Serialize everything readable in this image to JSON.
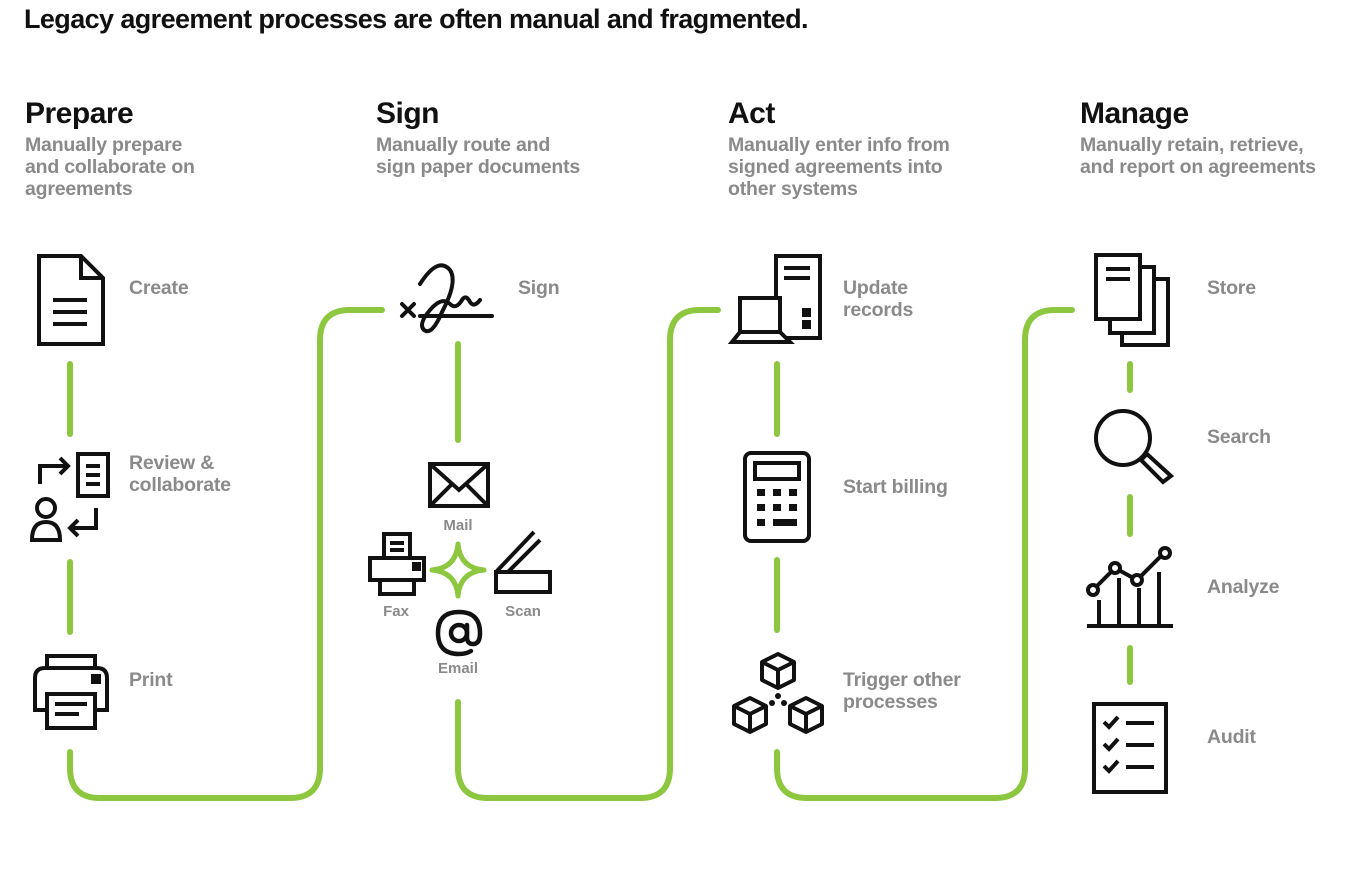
{
  "title": "Legacy agreement processes are often manual and fragmented.",
  "phases": [
    {
      "name": "Prepare",
      "desc": "Manually prepare\nand collaborate on\nagreements"
    },
    {
      "name": "Sign",
      "desc": "Manually route and\nsign paper documents"
    },
    {
      "name": "Act",
      "desc": "Manually enter info from\nsigned  agreements into\nother systems"
    },
    {
      "name": "Manage",
      "desc": "Manually retain, retrieve,\nand report on agreements"
    }
  ],
  "steps": {
    "prepare": [
      "Create",
      "Review &\ncollaborate",
      "Print"
    ],
    "sign": {
      "main": "Sign",
      "methods": [
        "Mail",
        "Fax",
        "Scan",
        "Email"
      ]
    },
    "act": [
      "Update\nrecords",
      "Start billing",
      "Trigger other\nprocesses"
    ],
    "manage": [
      "Store",
      "Search",
      "Analyze",
      "Audit"
    ]
  },
  "colors": {
    "accent": "#8dc63f",
    "text": "#111111",
    "muted": "#8a8a8a"
  },
  "icons": [
    "document-icon",
    "review-collaborate-icon",
    "printer-icon",
    "signature-icon",
    "envelope-icon",
    "fax-icon",
    "scanner-icon",
    "at-sign-icon",
    "computer-server-icon",
    "calculator-icon",
    "cubes-network-icon",
    "documents-stack-icon",
    "magnifier-icon",
    "analytics-chart-icon",
    "checklist-icon"
  ]
}
